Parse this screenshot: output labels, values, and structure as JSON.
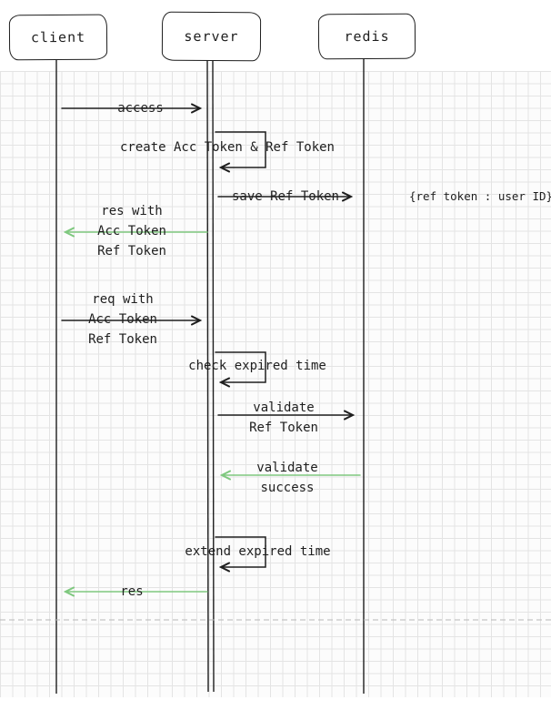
{
  "diagram": {
    "actors": [
      {
        "id": "client",
        "label": "client"
      },
      {
        "id": "server",
        "label": "server"
      },
      {
        "id": "redis",
        "label": "redis"
      }
    ],
    "messages": [
      {
        "id": "access",
        "label": "access",
        "from": "client",
        "to": "server",
        "color": "black"
      },
      {
        "id": "create-tokens",
        "label": "create Acc Token & Ref Token",
        "from": "server",
        "to": "server",
        "color": "black"
      },
      {
        "id": "save-ref-token",
        "label": "save Ref Token",
        "from": "server",
        "to": "redis",
        "color": "black"
      },
      {
        "id": "res-with-tokens",
        "lines": [
          "res with",
          "Acc Token",
          "Ref Token"
        ],
        "from": "server",
        "to": "client",
        "color": "green"
      },
      {
        "id": "req-with-tokens",
        "lines": [
          "req with",
          "Acc Token",
          "Ref Token"
        ],
        "from": "client",
        "to": "server",
        "color": "black"
      },
      {
        "id": "check-expired-time",
        "label": "check expired time",
        "from": "server",
        "to": "server",
        "color": "black"
      },
      {
        "id": "validate-ref-token",
        "lines": [
          "validate",
          "Ref Token"
        ],
        "from": "server",
        "to": "redis",
        "color": "black"
      },
      {
        "id": "validate-success",
        "lines": [
          "validate",
          "success"
        ],
        "from": "redis",
        "to": "server",
        "color": "green"
      },
      {
        "id": "extend-expired-time",
        "label": "extend expired time",
        "from": "server",
        "to": "server",
        "color": "black"
      },
      {
        "id": "res",
        "label": "res",
        "from": "server",
        "to": "client",
        "color": "green"
      }
    ],
    "note": {
      "label": "{ref token : user ID}"
    },
    "colors": {
      "stroke": "#1e1e1e",
      "green": "#7ec87e"
    }
  }
}
